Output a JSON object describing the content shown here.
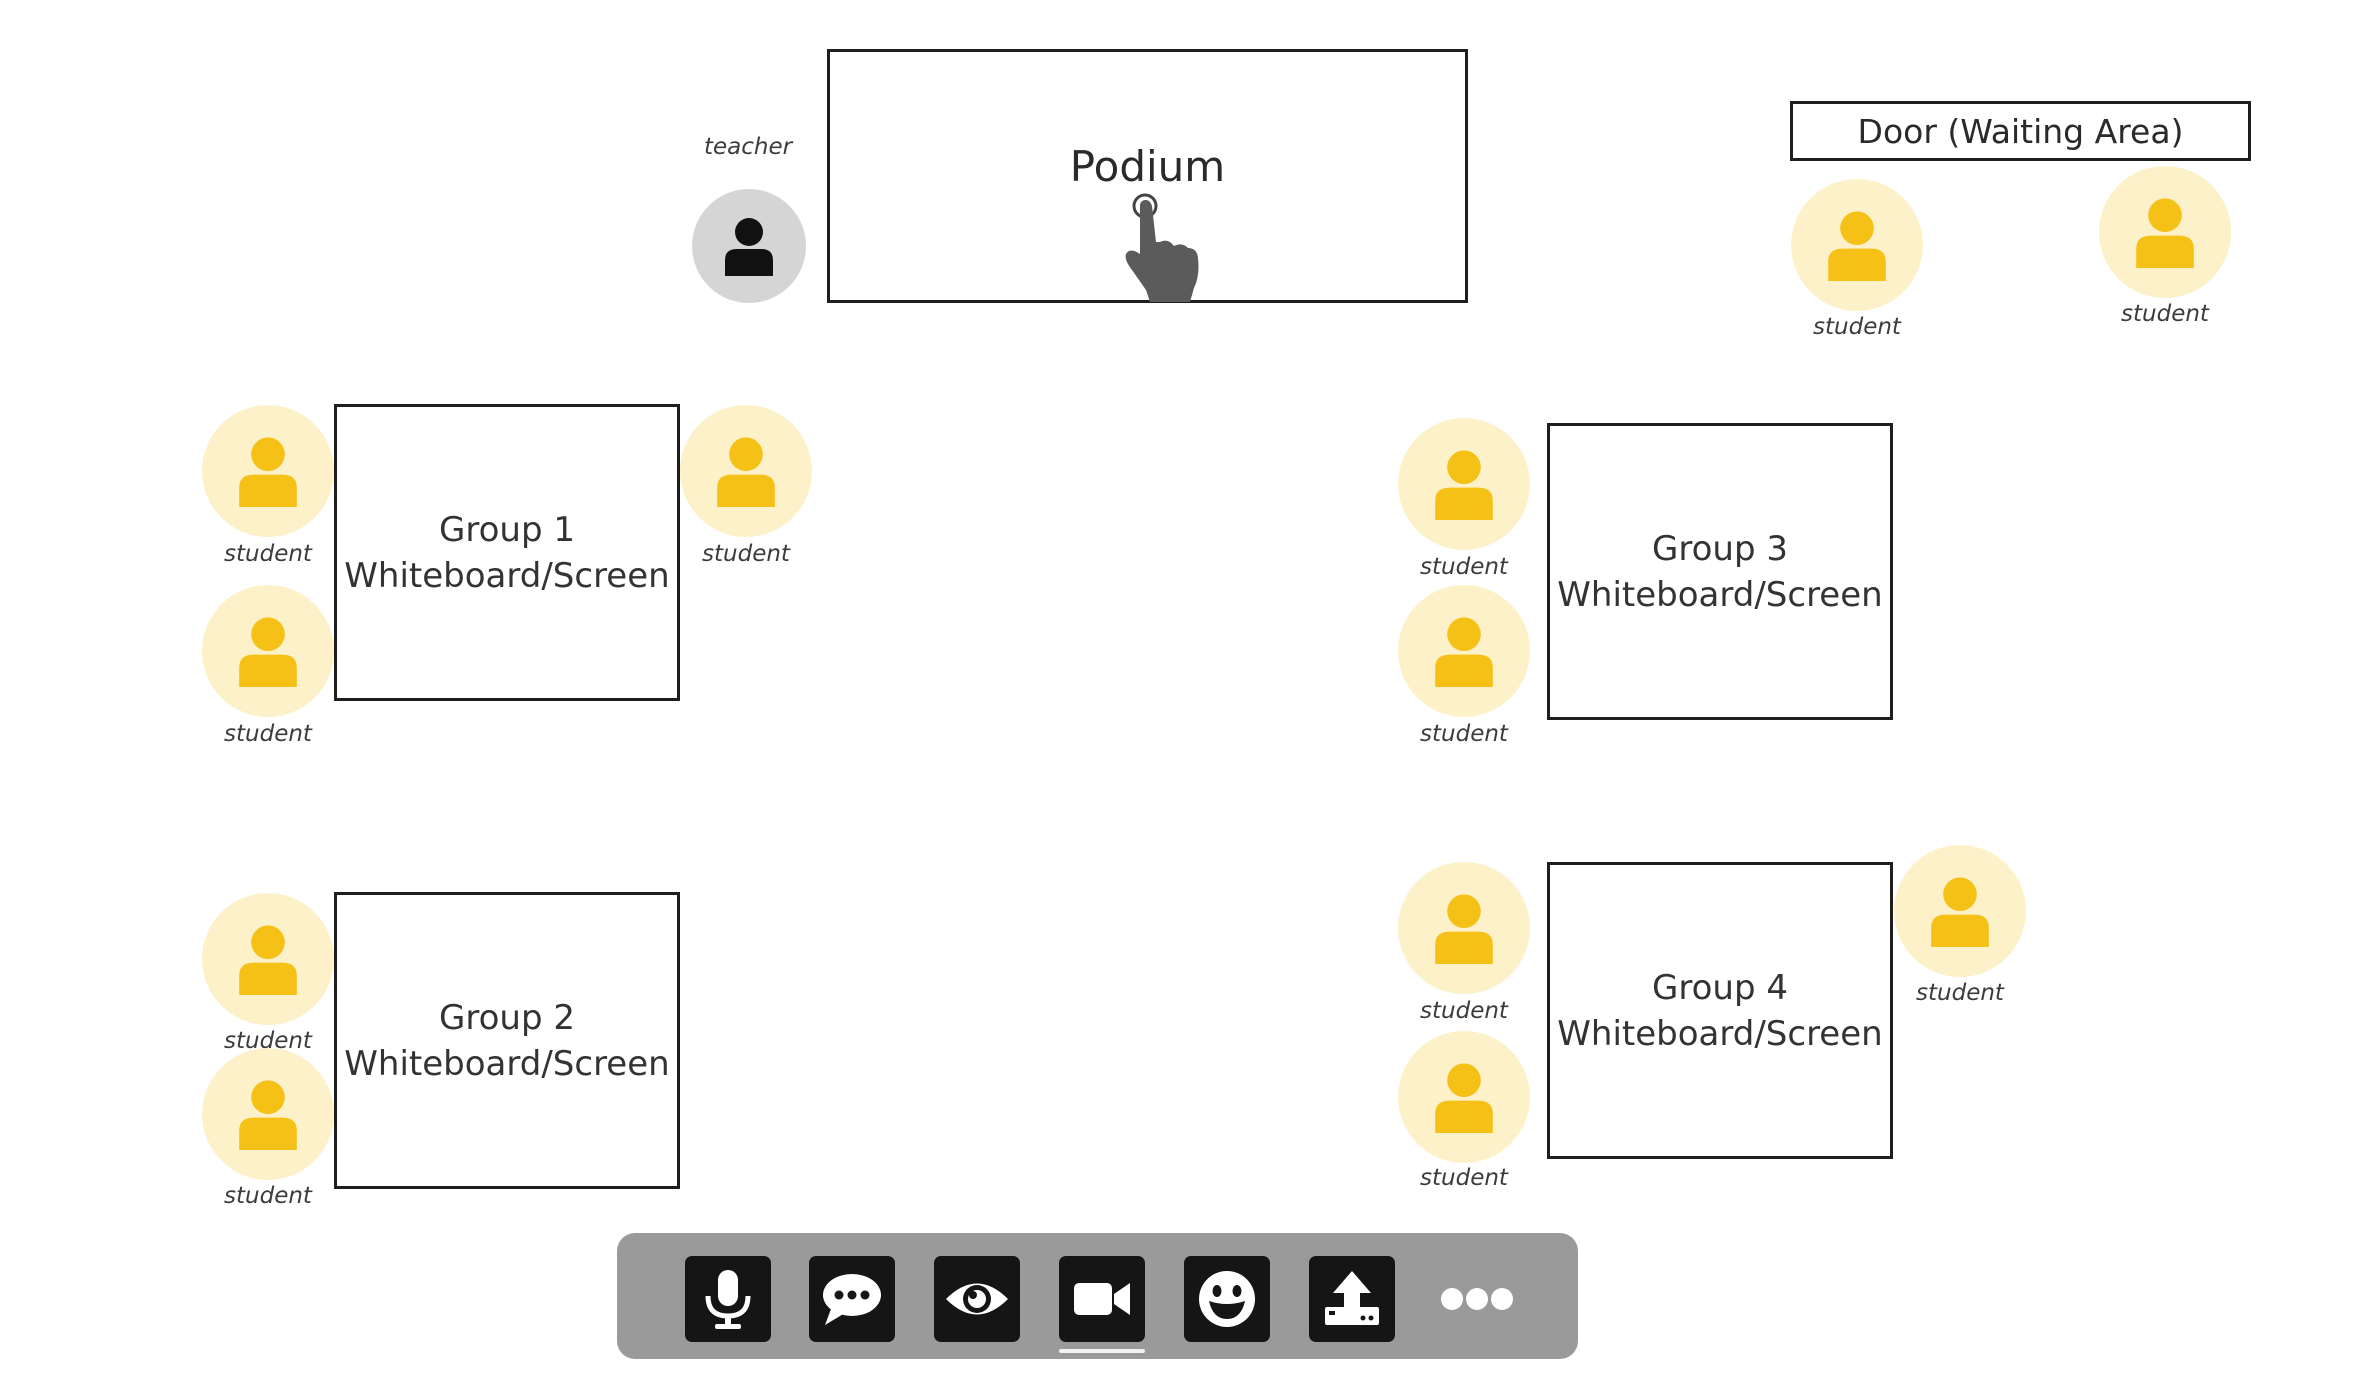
{
  "podium": {
    "label": "Podium"
  },
  "door": {
    "label": "Door (Waiting Area)"
  },
  "teacher": {
    "caption": "teacher"
  },
  "groups": [
    {
      "line1": "Group 1",
      "line2": "Whiteboard/Screen"
    },
    {
      "line1": "Group 2",
      "line2": "Whiteboard/Screen"
    },
    {
      "line1": "Group 3",
      "line2": "Whiteboard/Screen"
    },
    {
      "line1": "Group 4",
      "line2": "Whiteboard/Screen"
    }
  ],
  "student_caption": "student",
  "toolbar": {
    "tools": [
      {
        "name": "microphone",
        "icon": "microphone-icon"
      },
      {
        "name": "chat",
        "icon": "chat-icon"
      },
      {
        "name": "view",
        "icon": "eye-icon"
      },
      {
        "name": "video",
        "icon": "video-camera-icon",
        "active": true
      },
      {
        "name": "reactions",
        "icon": "smiley-icon"
      },
      {
        "name": "share",
        "icon": "upload-icon"
      },
      {
        "name": "more",
        "icon": "more-icon"
      }
    ]
  },
  "colors": {
    "student_bg": "#fdf1c9",
    "student_icon": "#f5c117",
    "teacher_bg": "#d5d5d5",
    "teacher_icon": "#111111",
    "toolbar_bg": "#9a9a9a",
    "tool_bg": "#151515"
  }
}
